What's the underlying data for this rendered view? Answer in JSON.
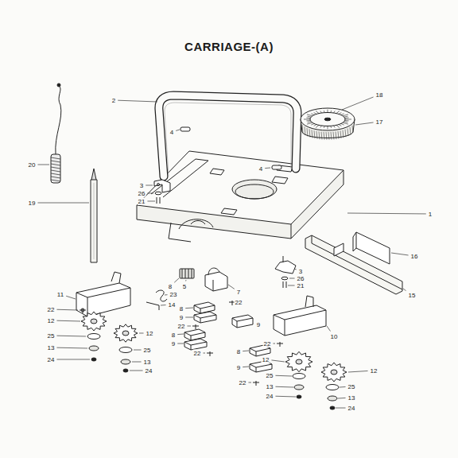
{
  "diagram": {
    "title": "CARRIAGE-(A)",
    "labels": [
      "2",
      "18",
      "17",
      "4",
      "20",
      "4",
      "3",
      "26",
      "21",
      "19",
      "1",
      "16",
      "3",
      "26",
      "21",
      "8",
      "5",
      "7",
      "11",
      "23",
      "15",
      "22",
      "14",
      "22",
      "8",
      "9",
      "12",
      "9",
      "22",
      "12",
      "8",
      "25",
      "10",
      "9",
      "22",
      "13",
      "25",
      "8",
      "22",
      "12",
      "24",
      "13",
      "9",
      "24",
      "12",
      "25",
      "22",
      "13",
      "25",
      "24",
      "13",
      "24"
    ]
  }
}
